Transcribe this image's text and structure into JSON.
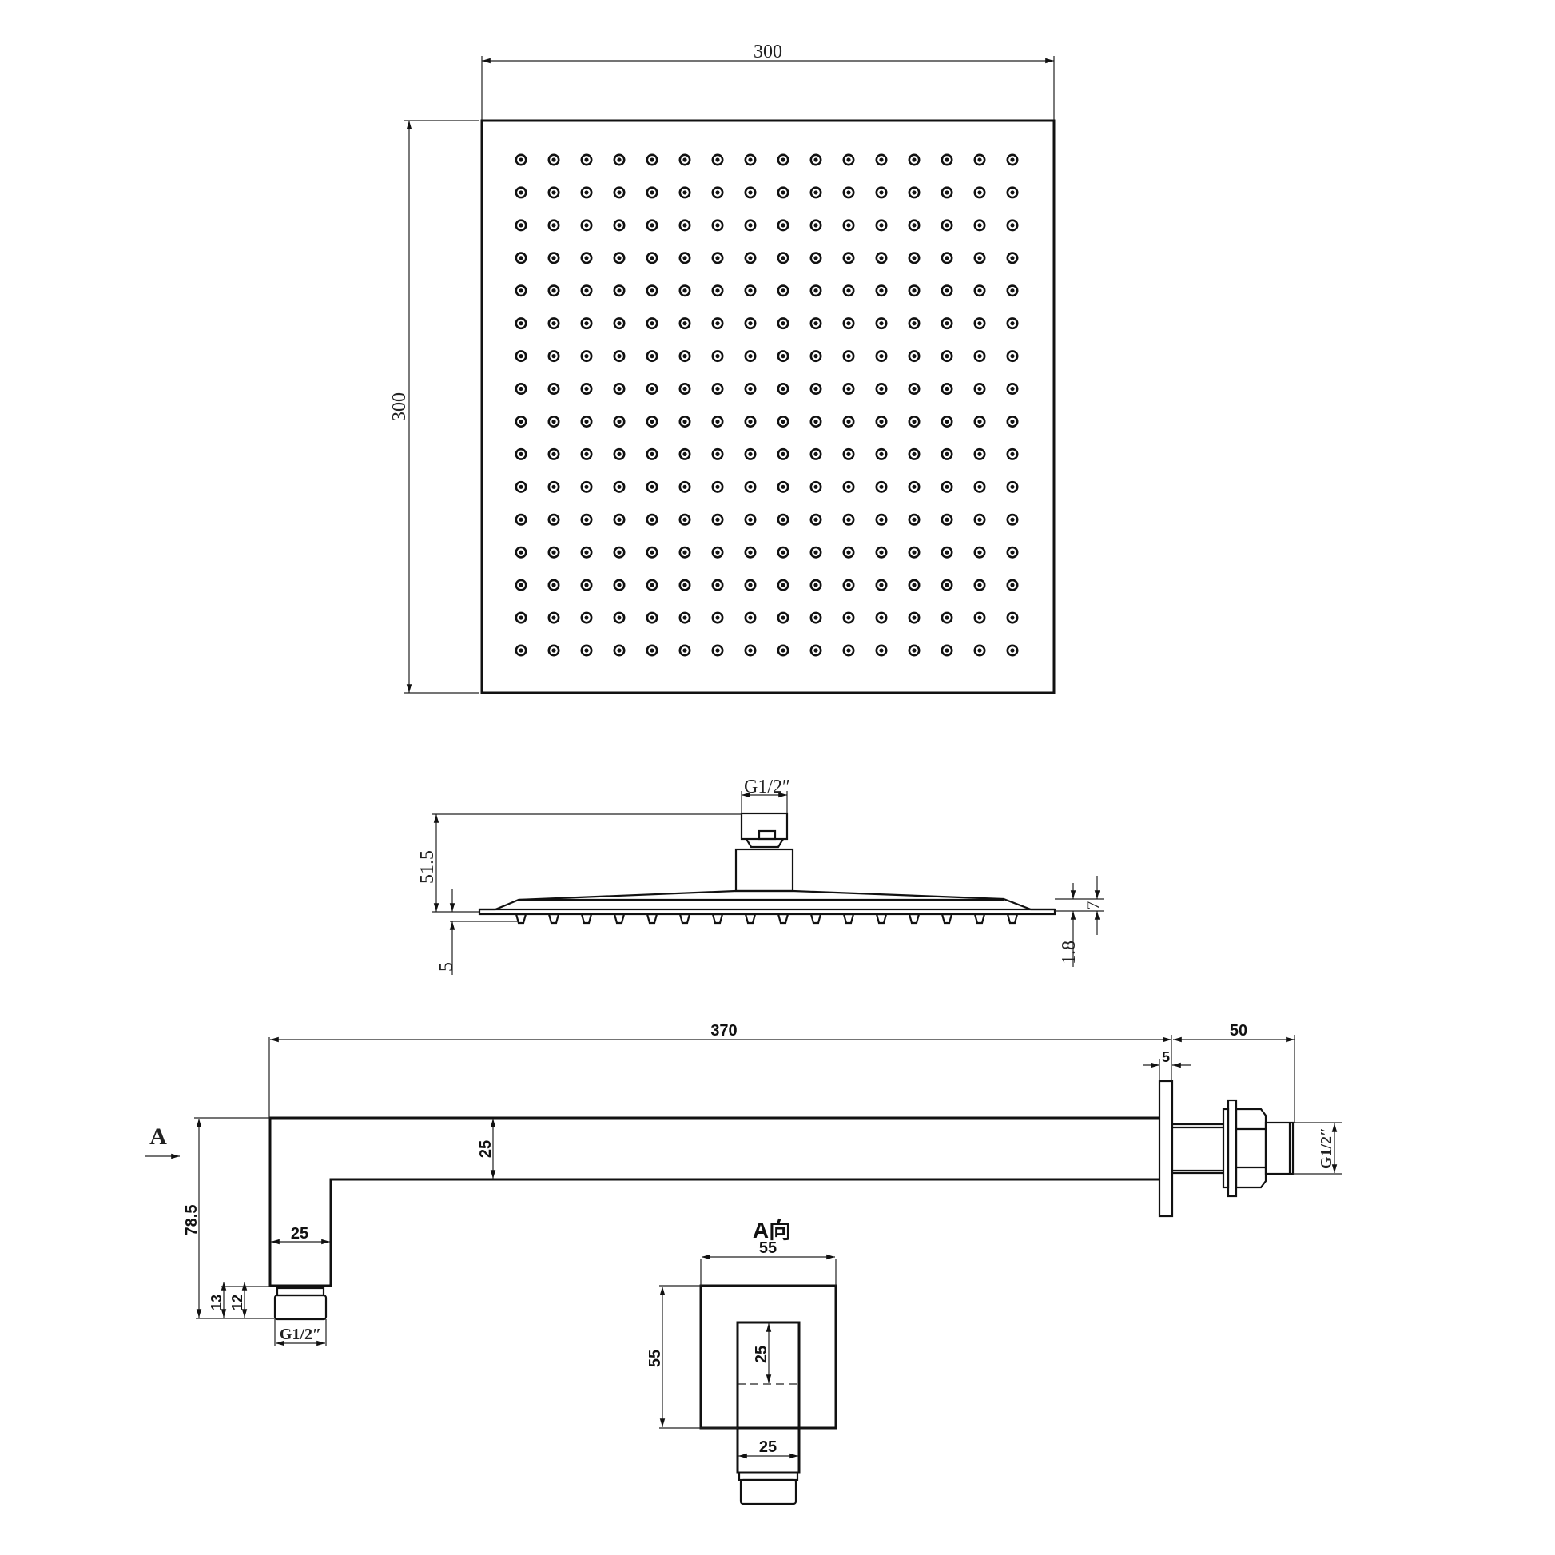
{
  "top_view": {
    "width_label": "300",
    "height_label": "300",
    "nozzle_grid": {
      "rows": 16,
      "cols": 16
    }
  },
  "side_view": {
    "inlet_label": "G1/2″",
    "height_label": "51.5",
    "nozzle_label": "5",
    "plate_label": "7",
    "edge_label": "1.8"
  },
  "arm_view": {
    "length_label": "370",
    "flange_extension_label": "50",
    "flange_thickness_label": "5",
    "arm_section_label": "25",
    "drop_width_label": "25",
    "drop_height_label": "78.5",
    "thread_len_13_label": "13",
    "thread_len_12_label": "12",
    "bottom_thread_label": "G1/2″",
    "wall_thread_label": "G1/2″",
    "view_arrow_label": "A"
  },
  "a_view": {
    "title": "A向",
    "flange_width_label": "55",
    "flange_height_label": "55",
    "arm_depth_label": "25",
    "arm_width_label": "25"
  }
}
